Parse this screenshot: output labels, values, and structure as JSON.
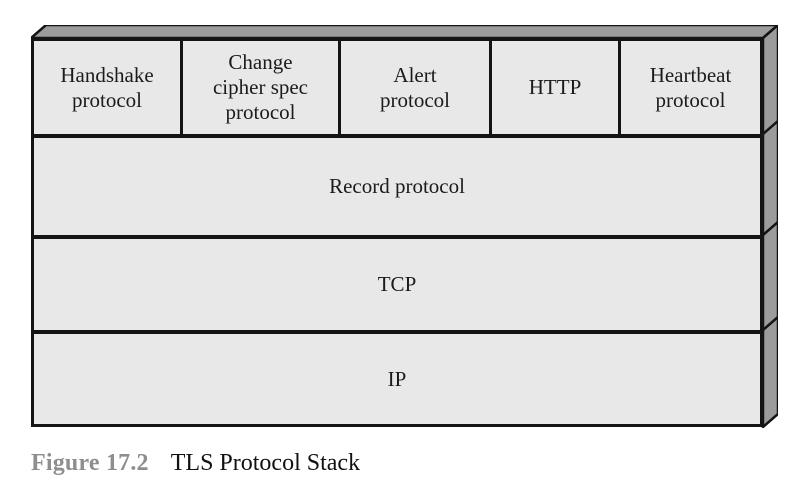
{
  "diagram": {
    "name": "TLS Protocol Stack",
    "top_row": [
      {
        "label": "Handshake\nprotocol"
      },
      {
        "label": "Change\ncipher spec\nprotocol"
      },
      {
        "label": "Alert\nprotocol"
      },
      {
        "label": "HTTP"
      },
      {
        "label": "Heartbeat\nprotocol"
      }
    ],
    "layers": [
      {
        "label": "Record protocol"
      },
      {
        "label": "TCP"
      },
      {
        "label": "IP"
      }
    ]
  },
  "caption": {
    "figure_label": "Figure 17.2",
    "title": "TLS Protocol Stack"
  },
  "colors": {
    "box_fill": "#e8e8e8",
    "side_face_fill": "#9c9c9c",
    "border": "#141414",
    "caption_label": "#8e8e8e",
    "caption_title": "#111111",
    "background": "#ffffff"
  }
}
